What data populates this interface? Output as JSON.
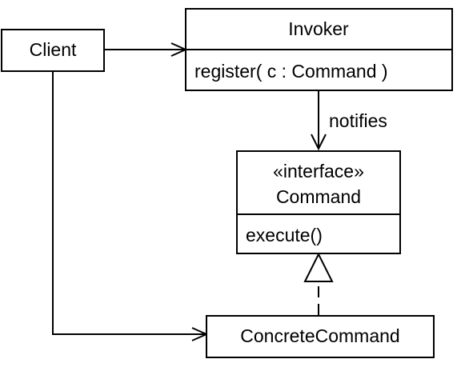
{
  "diagram": {
    "client": {
      "name": "Client"
    },
    "invoker": {
      "name": "Invoker",
      "method": "register( c : Command )"
    },
    "command": {
      "stereotype": "«interface»",
      "name": "Command",
      "method": "execute()"
    },
    "concrete_command": {
      "name": "ConcreteCommand"
    },
    "relations": {
      "invoker_to_command_label": "notifies"
    }
  }
}
